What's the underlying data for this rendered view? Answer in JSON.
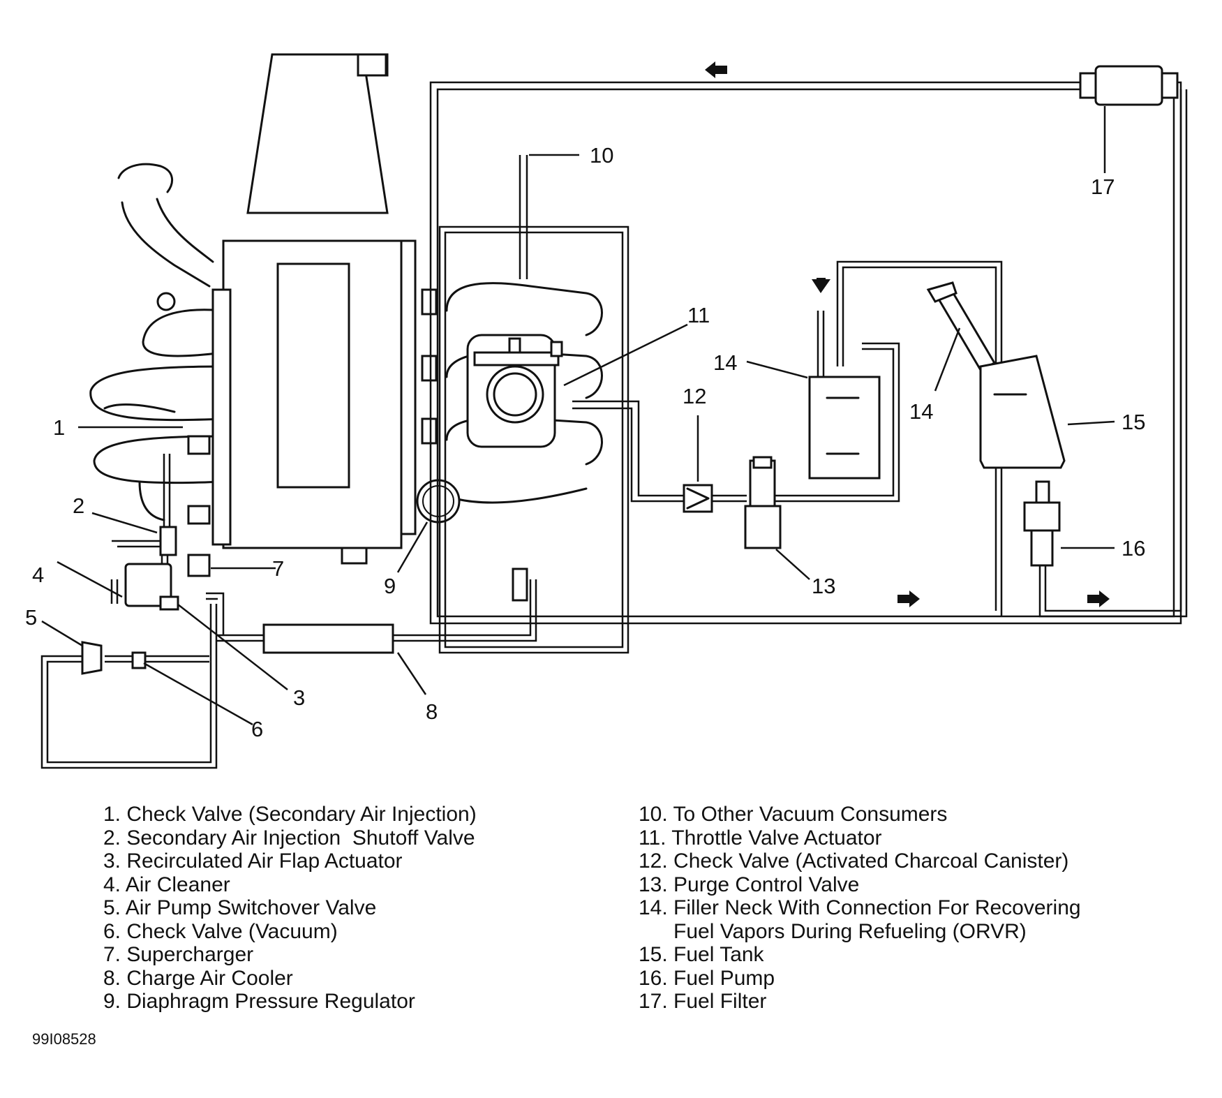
{
  "callouts": {
    "c1": "1",
    "c2": "2",
    "c3": "3",
    "c4": "4",
    "c5": "5",
    "c6": "6",
    "c7": "7",
    "c8": "8",
    "c9": "9",
    "c10": "10",
    "c11": "11",
    "c12": "12",
    "c13": "13",
    "c14a": "14",
    "c14b": "14",
    "c15": "15",
    "c16": "16",
    "c17": "17"
  },
  "legend": {
    "left": [
      "1. Check Valve (Secondary Air Injection)",
      "2. Secondary Air Injection  Shutoff Valve",
      "3. Recirculated Air Flap Actuator",
      "4. Air Cleaner",
      "5. Air Pump Switchover Valve",
      "6. Check Valve (Vacuum)",
      "7. Supercharger",
      "8. Charge Air Cooler",
      "9. Diaphragm Pressure Regulator"
    ],
    "right": [
      "10. To Other Vacuum Consumers",
      "11. Throttle Valve Actuator",
      "12. Check Valve (Activated Charcoal Canister)",
      "13. Purge Control Valve",
      "14. Filler Neck With Connection For Recovering",
      "      Fuel Vapors During Refueling (ORVR)",
      "15. Fuel Tank",
      "16. Fuel Pump",
      "17. Fuel Filter"
    ]
  },
  "figure_id": "99I08528"
}
